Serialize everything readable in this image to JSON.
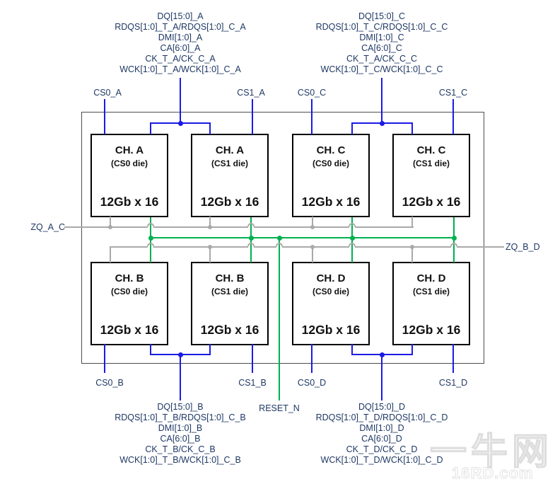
{
  "diagram": {
    "top_signal_blocks": [
      {
        "channel": "A",
        "lines": [
          "DQ[15:0]_A",
          "RDQS[1:0]_T_A/RDQS[1:0]_C_A",
          "DMI[1:0]_A",
          "CA[6:0]_A",
          "CK_T_A/CK_C_A",
          "WCK[1:0]_T_A/WCK[1:0]_C_A"
        ]
      },
      {
        "channel": "C",
        "lines": [
          "DQ[15:0]_C",
          "RDQS[1:0]_T_C/RDQS[1:0]_C_C",
          "DMI[1:0]_C",
          "CA[6:0]_C",
          "CK_T_A/CK_C_C",
          "WCK[1:0]_T_C/WCK[1:0]_C_C"
        ]
      }
    ],
    "bottom_signal_blocks": [
      {
        "channel": "B",
        "lines": [
          "DQ[15:0]_B",
          "RDQS[1:0]_T_B/RDQS[1:0]_C_B",
          "DMI[1:0]_B",
          "CA[6:0]_B",
          "CK_T_B/CK_C_B",
          "WCK[1:0]_T_B/WCK[1:0]_C_B"
        ]
      },
      {
        "channel": "D",
        "lines": [
          "DQ[15:0]_D",
          "RDQS[1:0]_T_D/RDQS[1:0]_C_D",
          "DMI[1:0]_D",
          "CA[6:0]_D",
          "CK_T_D/CK_C_D",
          "WCK[1:0]_T_D/WCK[1:0]_C_D"
        ]
      }
    ],
    "cs_top": [
      "CS0_A",
      "CS1_A",
      "CS0_C",
      "CS1_C"
    ],
    "cs_bottom": [
      "CS0_B",
      "CS1_B",
      "CS0_D",
      "CS1_D"
    ],
    "chips": [
      {
        "title": "CH. A",
        "die": "(CS0 die)",
        "capacity": "12Gb x 16"
      },
      {
        "title": "CH. A",
        "die": "(CS1 die)",
        "capacity": "12Gb x 16"
      },
      {
        "title": "CH. C",
        "die": "(CS0 die)",
        "capacity": "12Gb x 16"
      },
      {
        "title": "CH. C",
        "die": "(CS1 die)",
        "capacity": "12Gb x 16"
      },
      {
        "title": "CH. B",
        "die": "(CS0 die)",
        "capacity": "12Gb x 16"
      },
      {
        "title": "CH. B",
        "die": "(CS1 die)",
        "capacity": "12Gb x 16"
      },
      {
        "title": "CH. D",
        "die": "(CS0 die)",
        "capacity": "12Gb x 16"
      },
      {
        "title": "CH. D",
        "die": "(CS1 die)",
        "capacity": "12Gb x 16"
      }
    ],
    "zq_left_label": "ZQ_A_C",
    "zq_right_label": "ZQ_B_D",
    "reset_label": "RESET_N",
    "watermark": {
      "name": "一牛网",
      "site": "16RD.com"
    },
    "colors": {
      "wire_blue": "#1a1ae6",
      "wire_green": "#00b050",
      "wire_gray": "#a9a9a9",
      "label_text": "#1f3864",
      "box_border": "#000000",
      "outer_border": "#4d4d4d"
    }
  }
}
